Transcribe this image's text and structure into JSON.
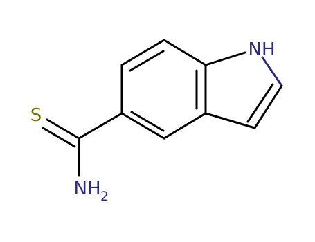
{
  "molecule": {
    "colors": {
      "carbon_bond": "#000000",
      "nitrogen": "#2a2a8c",
      "sulfur": "#737300"
    },
    "atoms": {
      "nh_ring": {
        "label": "NH",
        "element": "N"
      },
      "sulfur": {
        "label": "S",
        "element": "S"
      },
      "amine": {
        "label": "NH",
        "subscript": "2",
        "element": "N"
      }
    }
  }
}
